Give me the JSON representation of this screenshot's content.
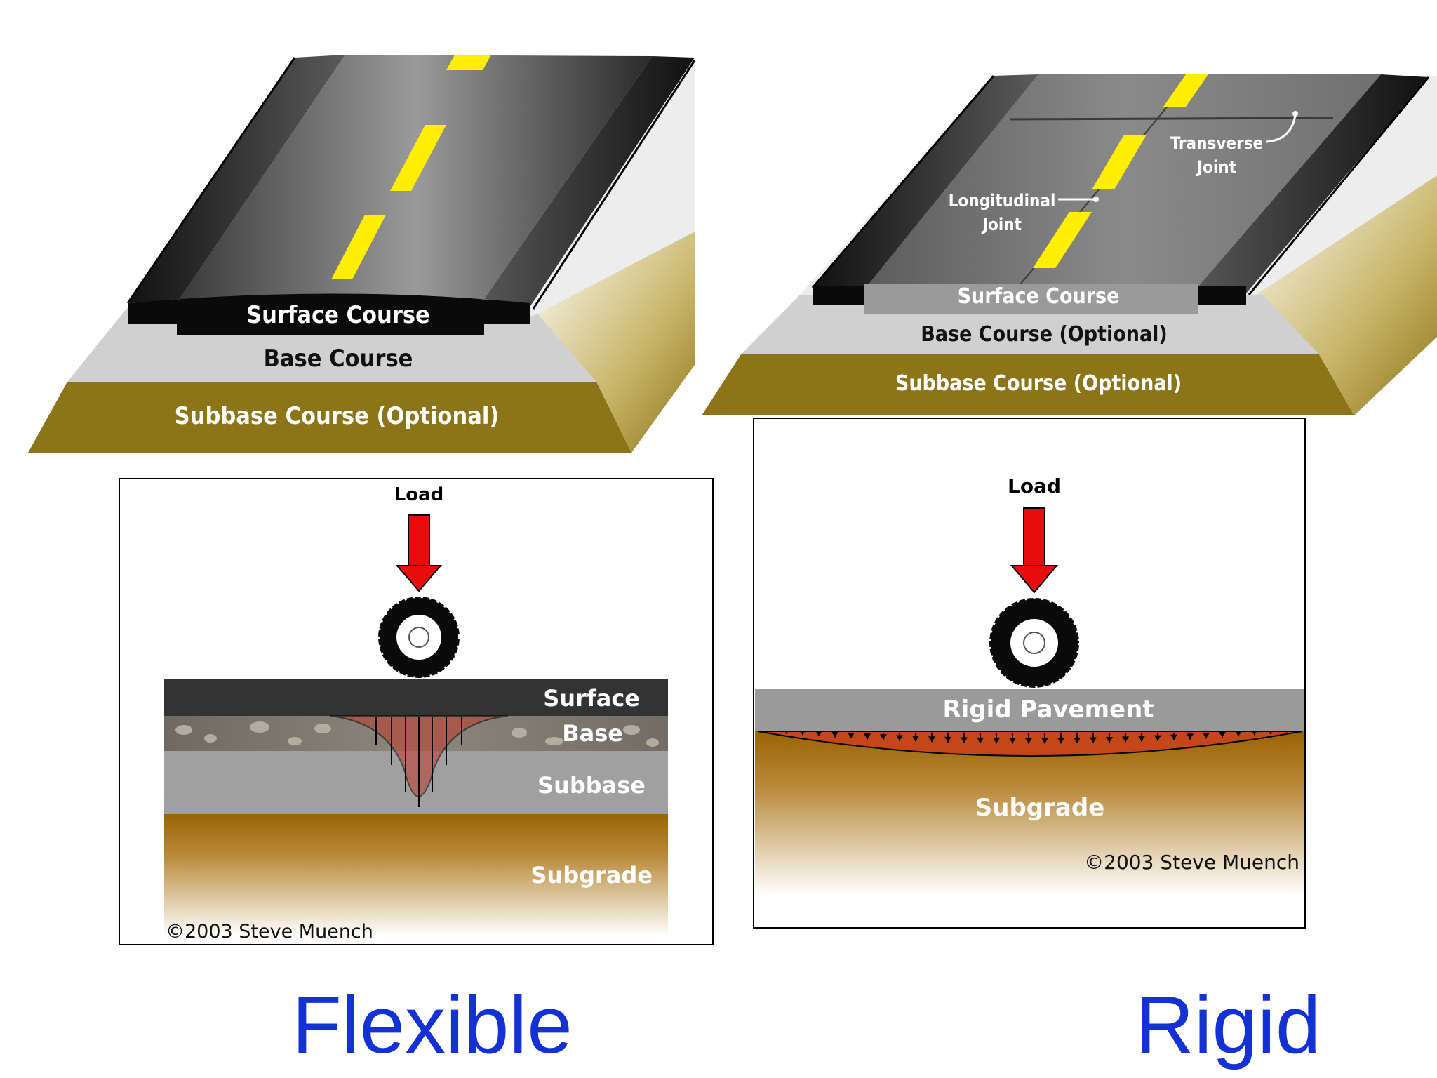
{
  "flexible": {
    "caption": "Flexible",
    "cross_section": {
      "surface": "Surface Course",
      "base": "Base Course",
      "subbase": "Subbase Course (Optional)"
    },
    "load_diagram": {
      "load": "Load",
      "surface": "Surface",
      "base": "Base",
      "subbase": "Subbase",
      "subgrade": "Subgrade",
      "copyright": "©2003  Steve Muench"
    }
  },
  "rigid": {
    "caption": "Rigid",
    "cross_section": {
      "surface": "Surface Course",
      "base": "Base Course (Optional)",
      "subbase": "Subbase Course (Optional)",
      "transverse_joint_line1": "Transverse",
      "transverse_joint_line2": "Joint",
      "longitudinal_joint_line1": "Longitudinal",
      "longitudinal_joint_line2": "Joint"
    },
    "load_diagram": {
      "load": "Load",
      "pavement": "Rigid Pavement",
      "subgrade": "Subgrade",
      "copyright": "©2003  Steve Muench"
    }
  },
  "colors": {
    "stripe": "#ffee00",
    "subbase_olive": "#8c7418",
    "caption_blue": "#1431d6",
    "load_arrow": "#e80c0c",
    "stress_red": "#c0392b",
    "rigid_stress": "#c4471a"
  }
}
